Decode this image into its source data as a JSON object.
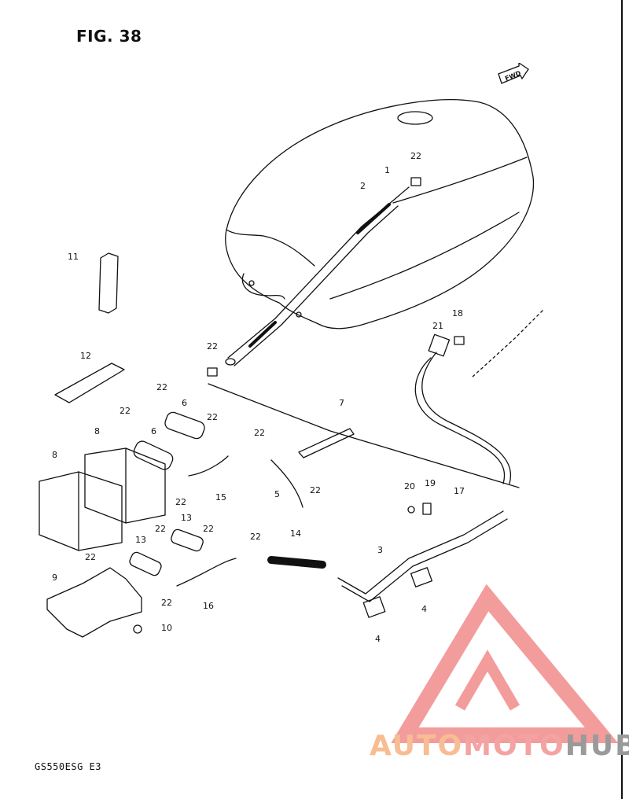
{
  "figure": {
    "title": "FIG. 38",
    "model_code": "GS550ESG E3",
    "fwd_label": "FWD"
  },
  "watermark": {
    "part1": "AUTO",
    "part2": "MOTO",
    "part3": "HUB",
    "colors": {
      "triangle": "#f28b8b",
      "auto": "#f7bd93",
      "moto": "#f4a3a3",
      "hub": "#9a9a9a"
    }
  },
  "callouts": [
    {
      "id": "c1",
      "label": "1"
    },
    {
      "id": "c2",
      "label": "2"
    },
    {
      "id": "c22a",
      "label": "22"
    },
    {
      "id": "c11",
      "label": "11"
    },
    {
      "id": "c12",
      "label": "12"
    },
    {
      "id": "c22b",
      "label": "22"
    },
    {
      "id": "c18",
      "label": "18"
    },
    {
      "id": "c21",
      "label": "21"
    },
    {
      "id": "c22c",
      "label": "22"
    },
    {
      "id": "c6a",
      "label": "6"
    },
    {
      "id": "c22d",
      "label": "22"
    },
    {
      "id": "c22e",
      "label": "22"
    },
    {
      "id": "c7",
      "label": "7"
    },
    {
      "id": "c8a",
      "label": "8"
    },
    {
      "id": "c6b",
      "label": "6"
    },
    {
      "id": "c22f",
      "label": "22"
    },
    {
      "id": "c8b",
      "label": "8"
    },
    {
      "id": "c22g",
      "label": "22"
    },
    {
      "id": "c15",
      "label": "15"
    },
    {
      "id": "c5",
      "label": "5"
    },
    {
      "id": "c22h",
      "label": "22"
    },
    {
      "id": "c20",
      "label": "20"
    },
    {
      "id": "c19",
      "label": "19"
    },
    {
      "id": "c17",
      "label": "17"
    },
    {
      "id": "c13a",
      "label": "13"
    },
    {
      "id": "c22i",
      "label": "22"
    },
    {
      "id": "c22j",
      "label": "22"
    },
    {
      "id": "c13b",
      "label": "13"
    },
    {
      "id": "c22k",
      "label": "22"
    },
    {
      "id": "c14",
      "label": "14"
    },
    {
      "id": "c3",
      "label": "3"
    },
    {
      "id": "c9",
      "label": "9"
    },
    {
      "id": "c22l",
      "label": "22"
    },
    {
      "id": "c16",
      "label": "16"
    },
    {
      "id": "c22m",
      "label": "22"
    },
    {
      "id": "c4a",
      "label": "4"
    },
    {
      "id": "c4b",
      "label": "4"
    },
    {
      "id": "c10",
      "label": "10"
    }
  ]
}
